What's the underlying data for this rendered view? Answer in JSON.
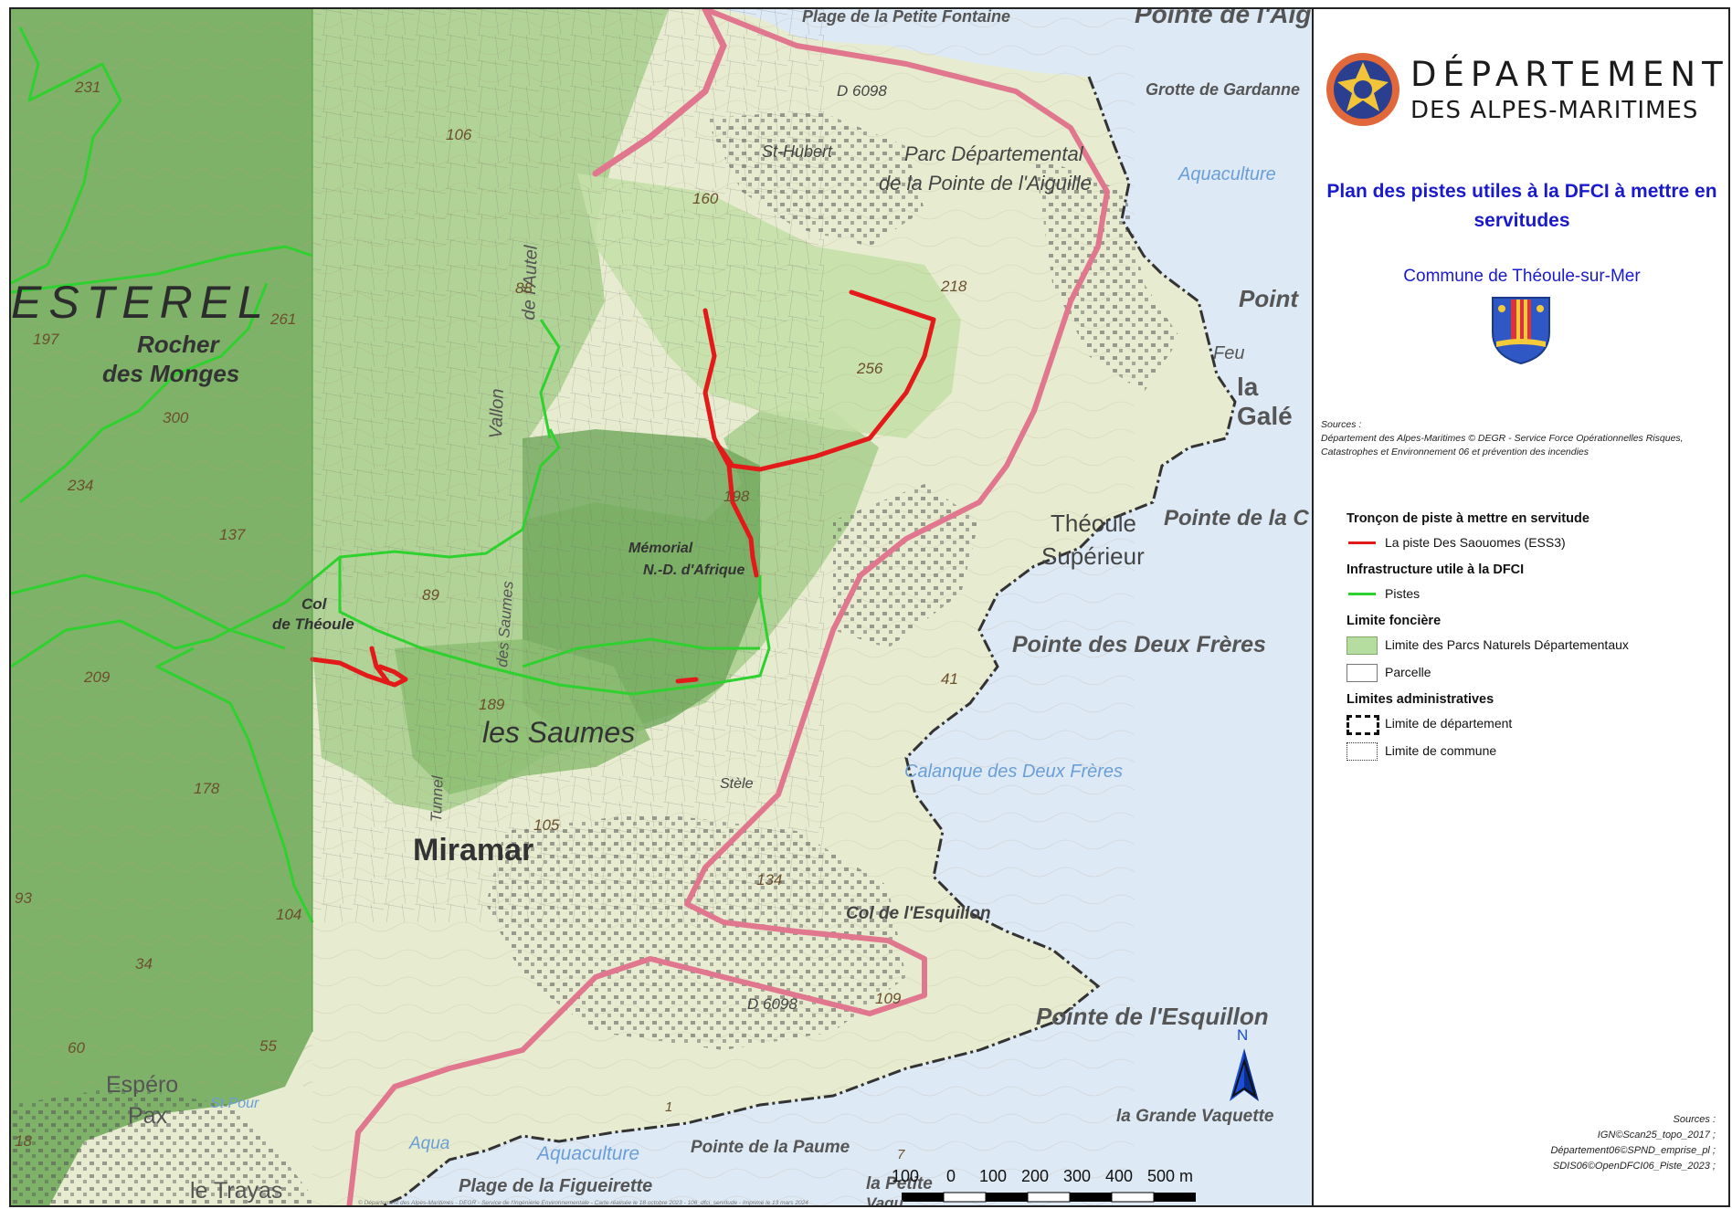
{
  "header": {
    "dept_line1": "DÉPARTEMENT",
    "dept_line2": "DES ALPES-MARITIMES",
    "title": "Plan des pistes utiles à la DFCI à mettre en servitudes",
    "commune": "Commune de Théoule-sur-Mer"
  },
  "sources_top": {
    "label": "Sources :",
    "text": "Département des Alpes-Maritimes © DEGR - Service Force Opérationnelles Risques, Catastrophes et Environnement 06 et prévention des incendies"
  },
  "legend": {
    "section1_title": "Tronçon de piste à mettre en servitude",
    "section1_item": "La piste Des Saouomes (ESS3)",
    "section2_title": "Infrastructure utile à la DFCI",
    "section2_item": "Pistes",
    "section3_title": "Limite foncière",
    "section3_item1": "Limite des Parcs Naturels Départementaux",
    "section3_item2": "Parcelle",
    "section4_title": "Limites administratives",
    "section4_item1": "Limite de département",
    "section4_item2": "Limite de commune"
  },
  "sources_bottom": {
    "label": "Sources :",
    "line1": "IGN©Scan25_topo_2017 ;",
    "line2": "Département06©SPND_emprise_pl ;",
    "line3": "SDIS06©OpenDFCI06_Piste_2023 ;"
  },
  "scale": {
    "labels": [
      "100",
      "0",
      "100",
      "200",
      "300",
      "400",
      "500 m"
    ]
  },
  "north_label": "N",
  "footer_credit": "© Département des Alpes-Maritimes - DEGR - Service de l'Ingénierie Environnementale - Carte réalisée le 18 octobre 2023 - 106_dfci_servitude - Imprimé le 13 mars 2024",
  "places": {
    "esterel": "ESTEREL",
    "rocher": "Rocher",
    "monges": "des Monges",
    "col": "Col",
    "de_theoule": "de Théoule",
    "les_saumes": "les Saumes",
    "miramar": "Miramar",
    "memorial": "Mémorial",
    "nd_afrique": "N.-D. d'Afrique",
    "theoule": "Théoule",
    "superieur": "Supérieur",
    "pointe_la": "Pointe de la C",
    "deux_freres": "Pointe des Deux Frères",
    "calanque": "Calanque des Deux Frères",
    "col_esquillon": "Col de l'Esquillon",
    "pointe_esquillon": "Pointe de l'Esquillon",
    "grande_vaquette": "la Grande Vaquette",
    "pointe_paume": "Pointe de la Paume",
    "petite": "la Petite",
    "vaquette": "Vaqu",
    "plage_figueirette": "Plage de la Figueirette",
    "aquaculture1": "Aquaculture",
    "aquaculture2": "Aquaculture",
    "aqua3": "Aqua",
    "espere": "Espéro",
    "pax": "Pax",
    "le_trayas": "le Trayas",
    "grotte": "Grotte de Gardanne",
    "plage_petite_fontaine": "Plage de la Petite Fontaine",
    "pointe_aig": "Pointe de l'Aig",
    "pointe_r": "Point",
    "la_gal": "la Galé",
    "feu": "Feu",
    "parc1": "Parc Départemental",
    "parc2": "de la Pointe de l'Aiguille",
    "st_hubert": "St-Hubert",
    "vallon": "Vallon",
    "de_autel": "de l'Autel",
    "tunnel": "Tunnel",
    "des_saumes": "des Saumes",
    "d6098a": "D 6098",
    "d6098b": "D 6098",
    "stele": "Stèle",
    "sp_pour": "St Pour"
  },
  "elevations": [
    "231",
    "197",
    "261",
    "300",
    "234",
    "137",
    "209",
    "178",
    "106",
    "160",
    "218",
    "256",
    "198",
    "89",
    "189",
    "105",
    "134",
    "109",
    "41",
    "104",
    "34",
    "93",
    "55",
    "18",
    "1",
    "7",
    "88",
    "60"
  ]
}
